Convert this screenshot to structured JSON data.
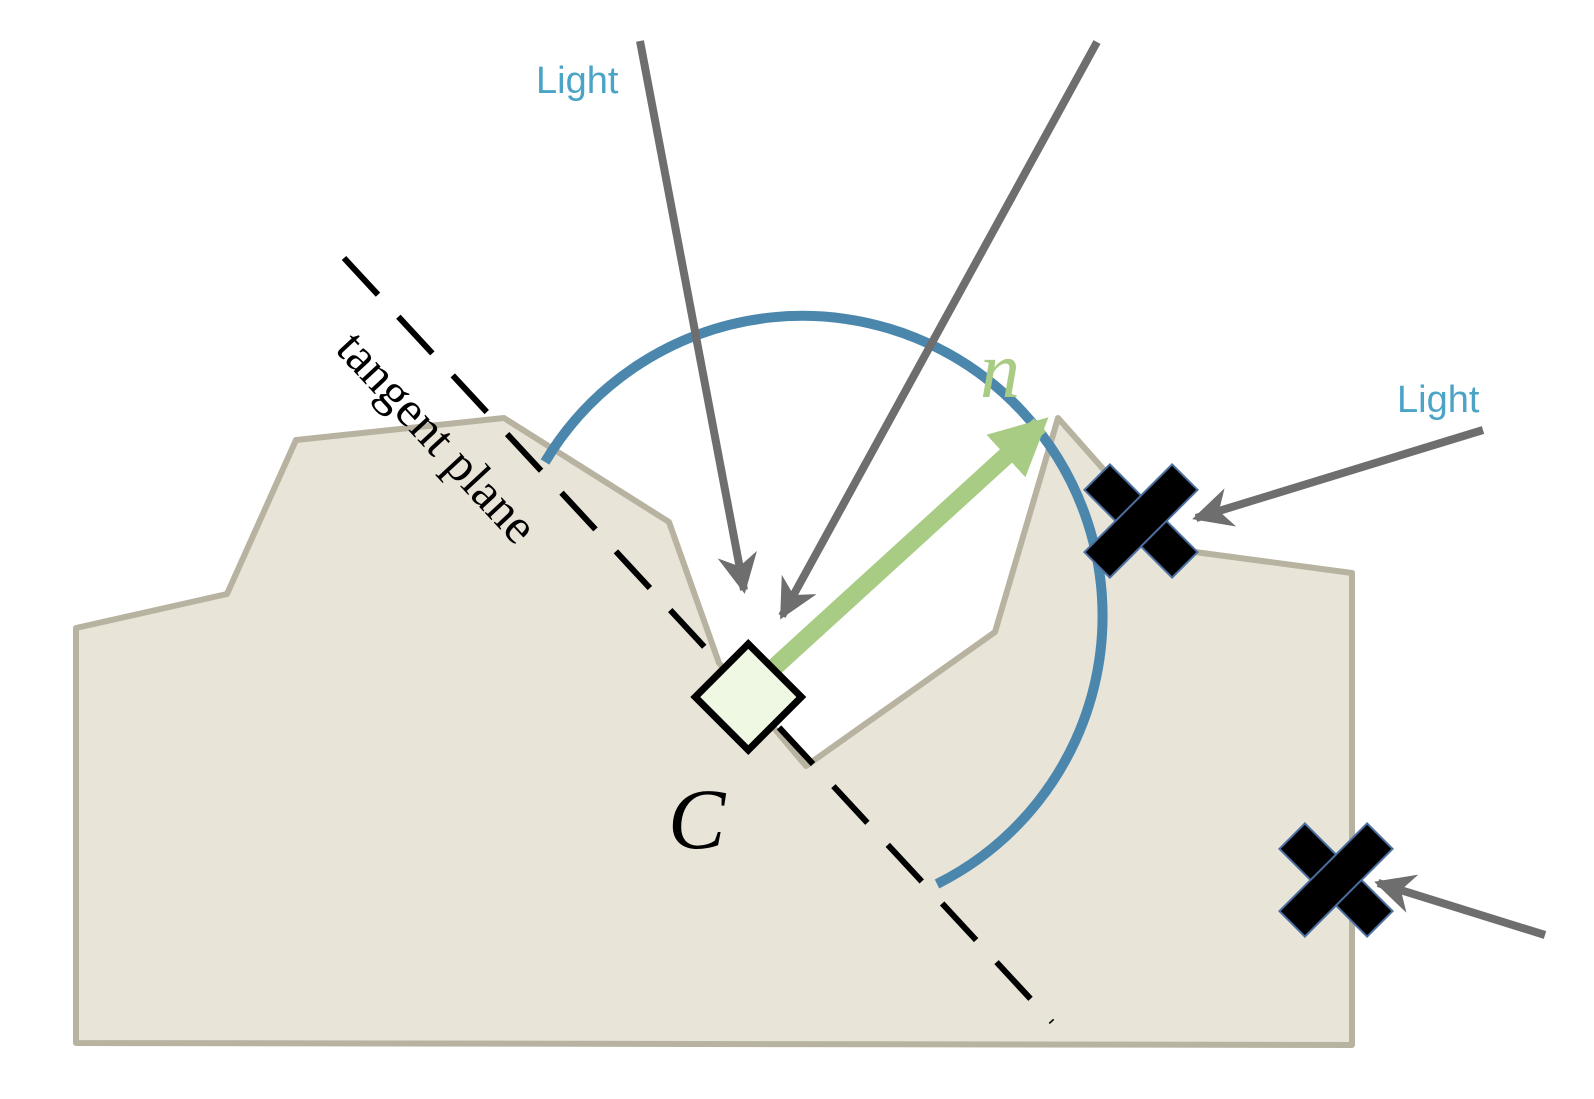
{
  "labels": {
    "light_top": "Light",
    "light_right": "Light",
    "normal": "n",
    "point": "C",
    "tangent_plane": "tangent plane"
  },
  "colors": {
    "surface_fill": "#e8e4d8",
    "surface_stroke": "#b8b3a1",
    "ray": "#6e6e6e",
    "arc": "#4b87ad",
    "normal_arrow": "#a9cc85",
    "normal_label": "#a9cc85",
    "light_label": "#4ba3c6",
    "point_fill": "#eef8e2",
    "blocked_marker": "#000000"
  },
  "icons": {
    "blocked_marker": "x-mark-icon",
    "sample_point": "diamond-icon"
  }
}
